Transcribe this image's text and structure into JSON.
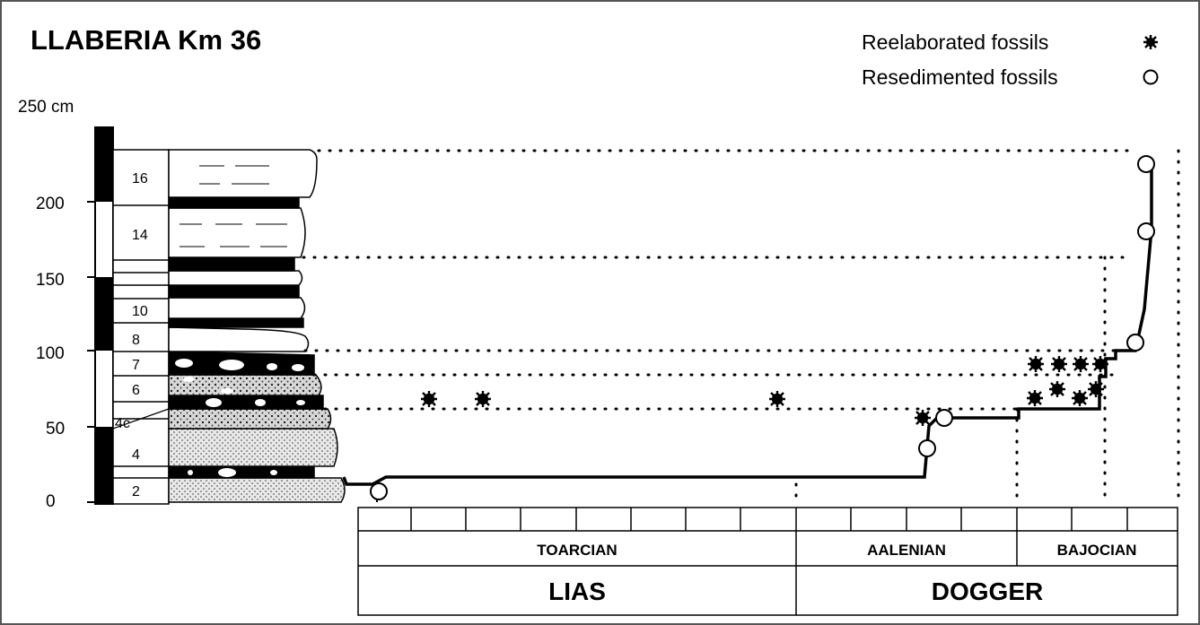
{
  "title": "LLABERIA Km 36",
  "legend": [
    {
      "label": "Reelaborated fossils",
      "symbol": "reelaborated"
    },
    {
      "label": "Resedimented fossils",
      "symbol": "resedimented"
    }
  ],
  "axis": {
    "unit_label": "250 cm",
    "ticks": [
      "200",
      "150",
      "100",
      "50",
      "0"
    ]
  },
  "beds": [
    "16",
    "14",
    "10",
    "8",
    "7",
    "6",
    "4c",
    "4",
    "2"
  ],
  "stages": [
    "TOARCIAN",
    "AALENIAN",
    "BAJOCIAN"
  ],
  "epochs": [
    "LIAS",
    "DOGGER"
  ],
  "colors": {
    "line": "#000000",
    "background": "#ffffff",
    "fill_light": "#e6e6e6"
  }
}
